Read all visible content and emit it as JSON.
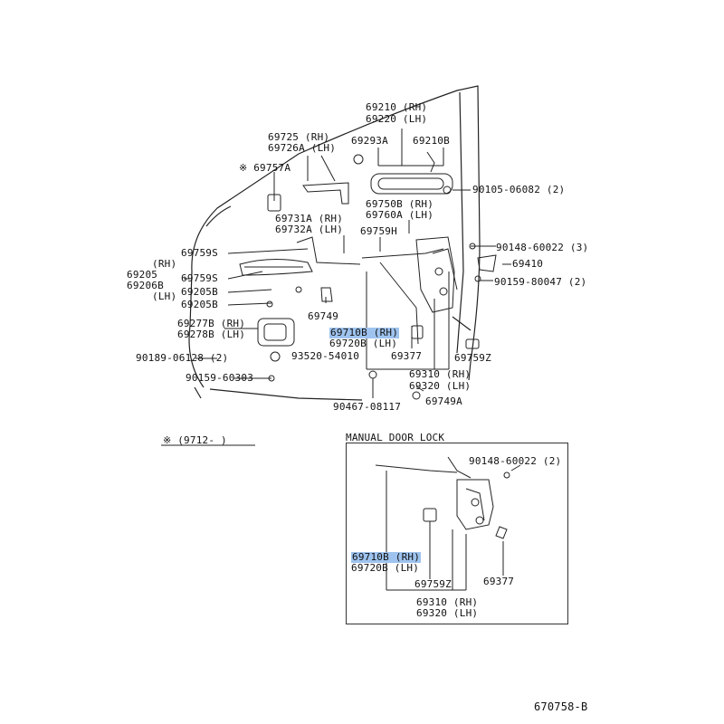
{
  "main": {
    "labels": {
      "l69210": "69210 (RH)",
      "l69220": "69220 (LH)",
      "l69725": "69725  (RH)",
      "l69726A": "69726A (LH)",
      "l69293A": "69293A",
      "l69210B": "69210B",
      "l69757A": "※ 69757A",
      "l90105": "90105-06082 (2)",
      "l69750B": "69750B (RH)",
      "l69760A": "69760A (LH)",
      "l69731A": "69731A (RH)",
      "l69732A": "69732A (LH)",
      "l69759H": "69759H",
      "l69759S_a": "69759S",
      "l90148_main": "90148-60022 (3)",
      "l69410": "69410",
      "l90159_80047": "90159-80047 (2)",
      "lRH": "(RH)",
      "l69205": "69205",
      "l69206B": "69206B",
      "lLH": "(LH)",
      "l69759S_b": "69759S",
      "l69205B_a": "69205B",
      "l69205B_b": "69205B",
      "l69749": "69749",
      "l69277B": "69277B (RH)",
      "l69278B": "69278B (LH)",
      "l69710B_main": "69710B (RH)",
      "l69720B_main": "69720B (LH)",
      "l90189": "90189-06128 (2)",
      "l93520": "93520-54010",
      "l69377_main": "69377",
      "l69759Z_main": "69759Z",
      "l90159_60303": "90159-60303",
      "l69310_main": "69310 (RH)",
      "l69320_main": "69320 (LH)",
      "l90467": "90467-08117",
      "l69749A": "69749A"
    },
    "note": "※ (9712-        )",
    "highlight_color": "#9ec3ee"
  },
  "manual_lock": {
    "title": "MANUAL DOOR LOCK",
    "labels": {
      "l90148_inset": "90148-60022 (2)",
      "l69710B_inset": "69710B (RH)",
      "l69720B_inset": "69720B (LH)",
      "l69759Z_inset": "69759Z",
      "l69377_inset": "69377",
      "l69310_inset": "69310 (RH)",
      "l69320_inset": "69320 (LH)"
    }
  },
  "catalog_number": "670758-B"
}
